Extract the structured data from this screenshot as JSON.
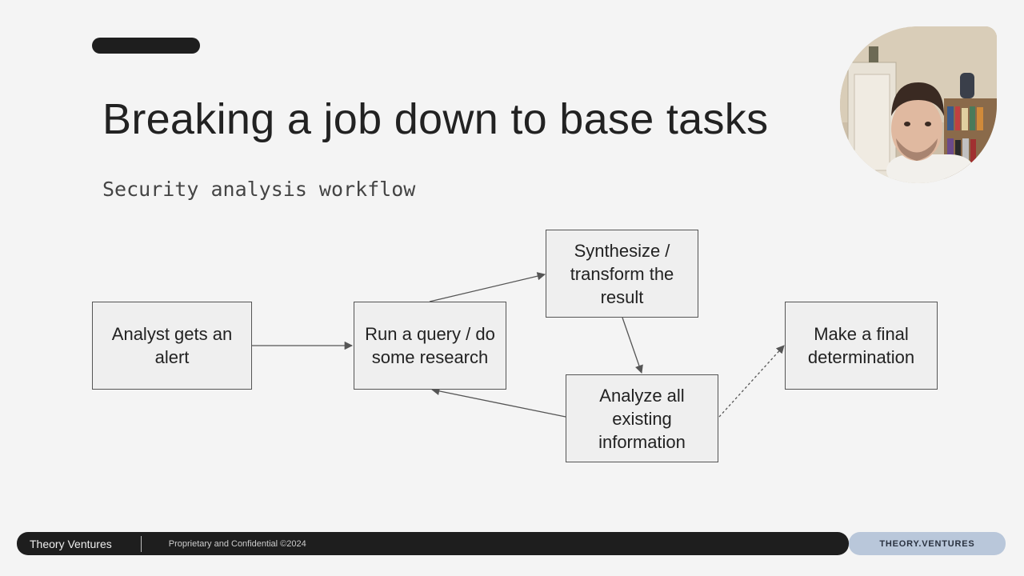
{
  "slide": {
    "title": "Breaking a job down to base tasks",
    "subtitle": "Security analysis workflow"
  },
  "diagram": {
    "nodes": [
      {
        "id": "alert",
        "text": "Analyst gets an alert"
      },
      {
        "id": "query",
        "text": "Run a query / do some research"
      },
      {
        "id": "synthesize",
        "text": "Synthesize / transform the result"
      },
      {
        "id": "analyze",
        "text": "Analyze all existing information"
      },
      {
        "id": "determine",
        "text": "Make a final determination"
      }
    ],
    "edges": [
      {
        "from": "alert",
        "to": "query",
        "style": "solid"
      },
      {
        "from": "query",
        "to": "synthesize",
        "style": "solid"
      },
      {
        "from": "synthesize",
        "to": "analyze",
        "style": "solid"
      },
      {
        "from": "analyze",
        "to": "query",
        "style": "solid"
      },
      {
        "from": "analyze",
        "to": "determine",
        "style": "dashed"
      }
    ]
  },
  "footer": {
    "brand": "Theory Ventures",
    "legal": "Proprietary and Confidential ©2024",
    "site": "THEORY.VENTURES"
  },
  "colors": {
    "background": "#f4f4f4",
    "footer_bar": "#1e1e1e",
    "site_pill": "#b9c7da",
    "node_fill": "#efefef",
    "node_border": "#555555"
  }
}
